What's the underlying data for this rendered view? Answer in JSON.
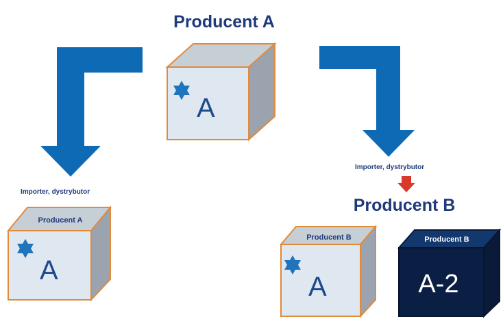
{
  "title": "Producent A",
  "left_label": "Importer, dystrybutor",
  "right_label": "Importer, dystrybutor",
  "producer_b_title": "Producent B",
  "cube_center": {
    "letter": "A"
  },
  "cube_left": {
    "top_label": "Producent A",
    "letter": "A"
  },
  "cube_right_light": {
    "top_label": "Producent B",
    "letter": "A"
  },
  "cube_right_dark": {
    "top_label": "Producent B",
    "letter": "A-2"
  },
  "colors": {
    "heading_blue": "#1f3a7a",
    "arrow_blue": "#0e6ab4",
    "cube_face": "#dfe8f0",
    "cube_side": "#9aa3ae",
    "cube_top": "#c6ced6",
    "cube_edge": "#e08a3c",
    "star_blue": "#1f74bc",
    "dark_front": "#0b1f45",
    "dark_side": "#0a1a38",
    "dark_top": "#12386e",
    "small_arrow_red": "#d83a2a"
  }
}
